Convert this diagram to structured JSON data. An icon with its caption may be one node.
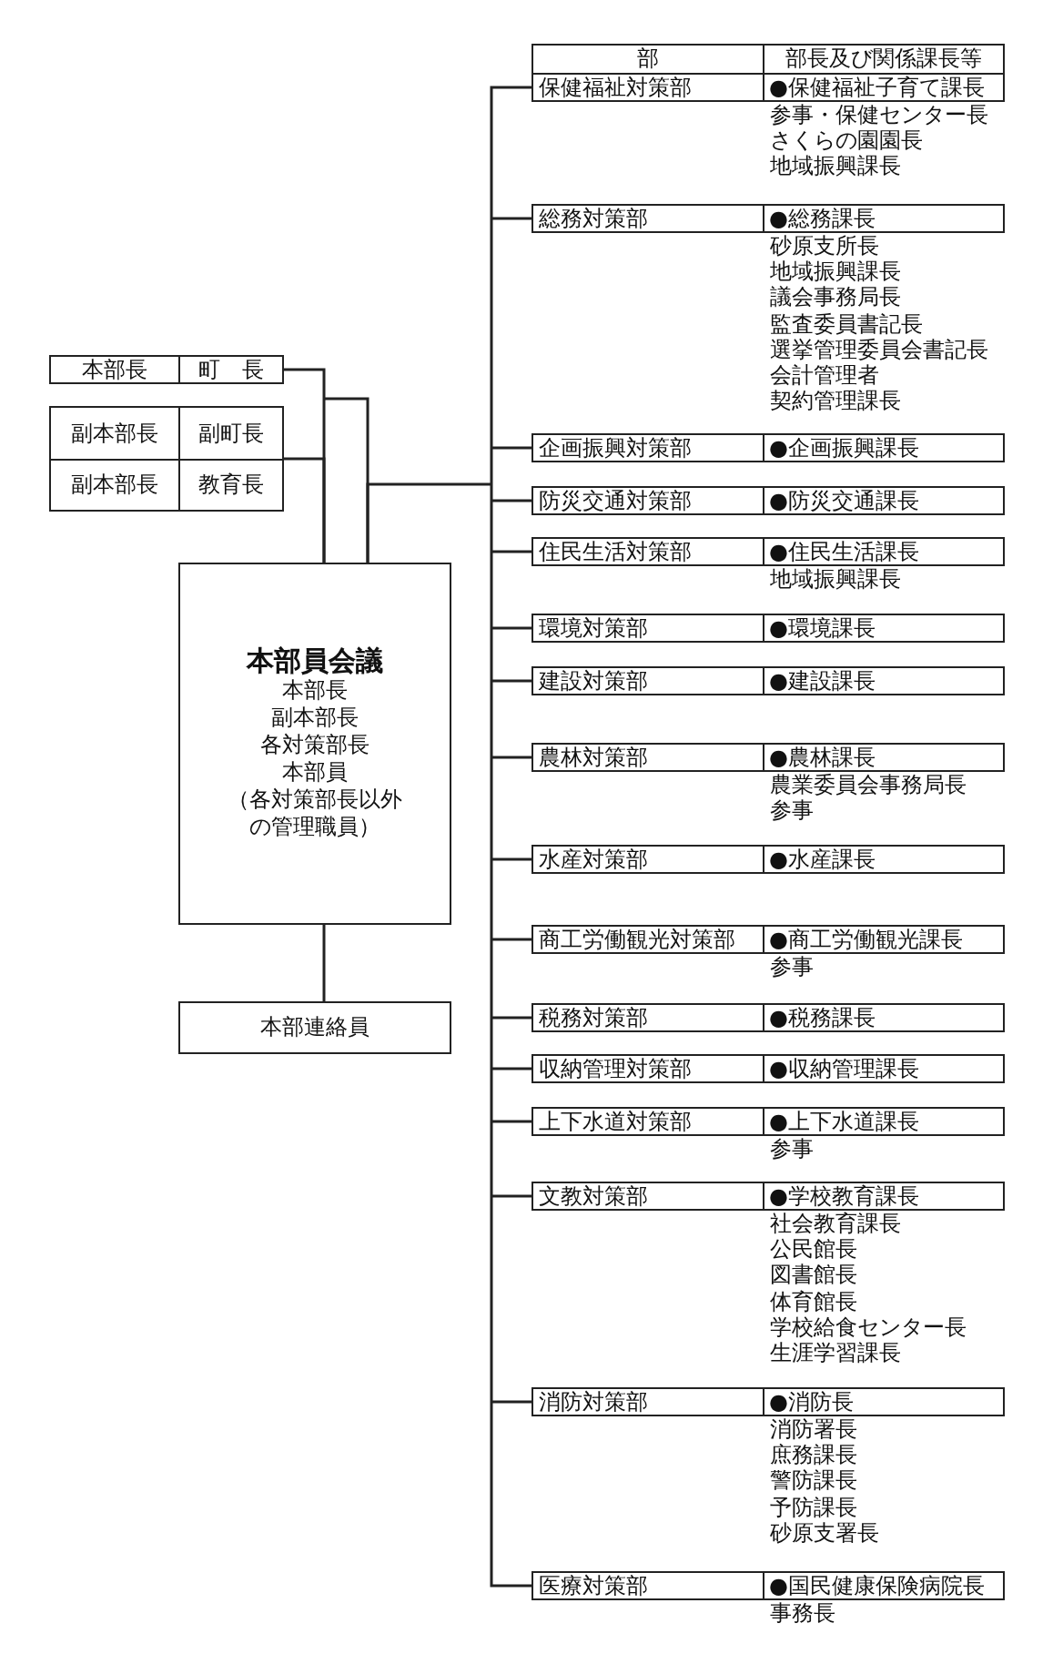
{
  "diagram": {
    "nodes": [
      {
        "text": [
          "本部長",
          "町　長"
        ]
      },
      {
        "text": [
          "副本部長",
          "副町長"
        ]
      },
      {
        "text": [
          "副本部長",
          "教育長"
        ]
      },
      {
        "text": [
          "本部員会議",
          "本部長",
          "副本部長",
          "各対策部長",
          "本部員",
          "（各対策部長以外の管理職員）"
        ]
      },
      {
        "text": [
          "本部連絡員"
        ]
      },
      {
        "text": [
          "部",
          "部長及び関係課長等"
        ]
      },
      {
        "text": [
          "保健福祉対策部",
          "●保健福祉子育て課長"
        ],
        "beside": [
          "参事・保健センター長",
          "さくらの園園長",
          "地域振興課長"
        ]
      },
      {
        "text": [
          "総務対策部",
          "●総務課長"
        ],
        "beside": [
          "砂原支所長",
          "地域振興課長",
          "議会事務局長",
          "監査委員書記長",
          "選挙管理委員会書記長",
          "会計管理者",
          "契約管理課長"
        ]
      },
      {
        "text": [
          "企画振興対策部",
          "●企画振興課長"
        ]
      },
      {
        "text": [
          "防災交通対策部",
          "●防災交通課長"
        ]
      },
      {
        "text": [
          "住民生活対策部",
          "●住民生活課長"
        ],
        "beside": [
          "地域振興課長"
        ]
      },
      {
        "text": [
          "環境対策部",
          "●環境課長"
        ]
      },
      {
        "text": [
          "建設対策部",
          "●建設課長"
        ]
      },
      {
        "text": [
          "農林対策部",
          "●農林課長"
        ],
        "beside": [
          "農業委員会事務局長",
          "参事"
        ]
      },
      {
        "text": [
          "水産対策部",
          "●水産課長"
        ]
      },
      {
        "text": [
          "商工労働観光対策部",
          "●商工労働観光課長"
        ],
        "beside": [
          "参事"
        ]
      },
      {
        "text": [
          "税務対策部",
          "●税務課長"
        ]
      },
      {
        "text": [
          "収納管理対策部",
          "●収納管理課長"
        ]
      },
      {
        "text": [
          "上下水道対策部",
          "●上下水道課長"
        ],
        "beside": [
          "参事"
        ]
      },
      {
        "text": [
          "文教対策部",
          "●学校教育課長"
        ],
        "beside": [
          "社会教育課長",
          "公民館長",
          "図書館長",
          "体育館長",
          "学校給食センター長",
          "生涯学習課長"
        ]
      },
      {
        "text": [
          "消防対策部",
          "●消防長"
        ],
        "beside": [
          "消防署長",
          "庶務課長",
          "警防課長",
          "予防課長",
          "砂原支署長"
        ]
      },
      {
        "text": [
          "医療対策部",
          "●国民健康保険病院長"
        ],
        "beside": [
          "事務長"
        ]
      }
    ],
    "edges": [
      {
        "from": 0,
        "to": 3,
        "arrow": "none"
      },
      {
        "from": 1,
        "to": 3,
        "arrow": "none"
      },
      {
        "from": 2,
        "to": 3,
        "arrow": "none"
      },
      {
        "from": 3,
        "to": 4,
        "arrow": "none"
      },
      {
        "from": 3,
        "to": 6,
        "arrow": "none"
      },
      {
        "from": 3,
        "to": 7,
        "arrow": "none"
      },
      {
        "from": 3,
        "to": 8,
        "arrow": "none"
      },
      {
        "from": 3,
        "to": 9,
        "arrow": "none"
      },
      {
        "from": 3,
        "to": 10,
        "arrow": "none"
      },
      {
        "from": 3,
        "to": 11,
        "arrow": "none"
      },
      {
        "from": 3,
        "to": 12,
        "arrow": "none"
      },
      {
        "from": 3,
        "to": 13,
        "arrow": "none"
      },
      {
        "from": 3,
        "to": 14,
        "arrow": "none"
      },
      {
        "from": 3,
        "to": 15,
        "arrow": "none"
      },
      {
        "from": 3,
        "to": 16,
        "arrow": "none"
      },
      {
        "from": 3,
        "to": 17,
        "arrow": "none"
      },
      {
        "from": 3,
        "to": 18,
        "arrow": "none"
      },
      {
        "from": 3,
        "to": 19,
        "arrow": "none"
      },
      {
        "from": 3,
        "to": 20,
        "arrow": "none"
      },
      {
        "from": 3,
        "to": 21,
        "arrow": "none"
      }
    ]
  }
}
